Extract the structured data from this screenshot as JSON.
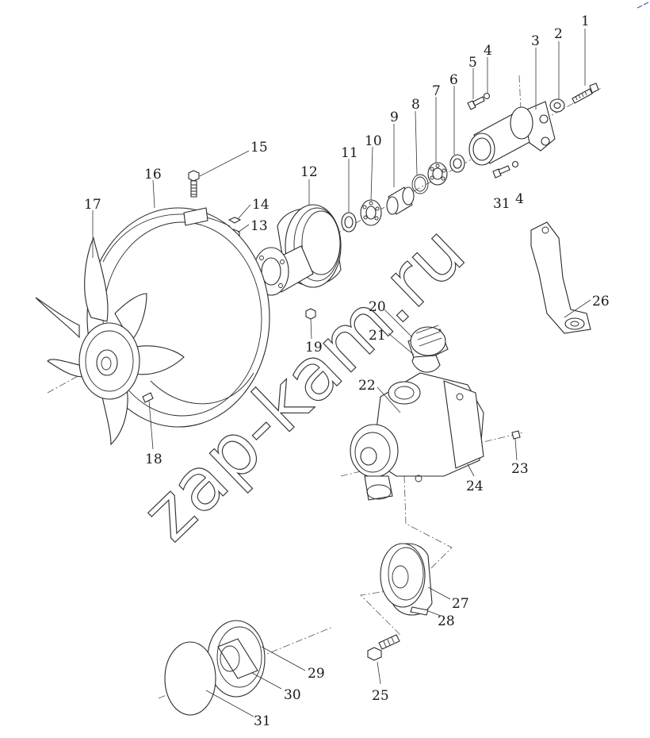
{
  "watermark": {
    "text": "zap-kam.ru"
  },
  "callouts": [
    "1",
    "2",
    "3",
    "4",
    "5",
    "6",
    "7",
    "8",
    "9",
    "10",
    "11",
    "12",
    "13",
    "14",
    "15",
    "16",
    "17",
    "18",
    "19",
    "20",
    "21",
    "22",
    "23",
    "24",
    "25",
    "26",
    "27",
    "28",
    "29",
    "30",
    "31",
    "31",
    "4"
  ],
  "colors": {
    "line": "#2a2a2a",
    "background": "#ffffff",
    "corner_mark": "#3355cc"
  }
}
